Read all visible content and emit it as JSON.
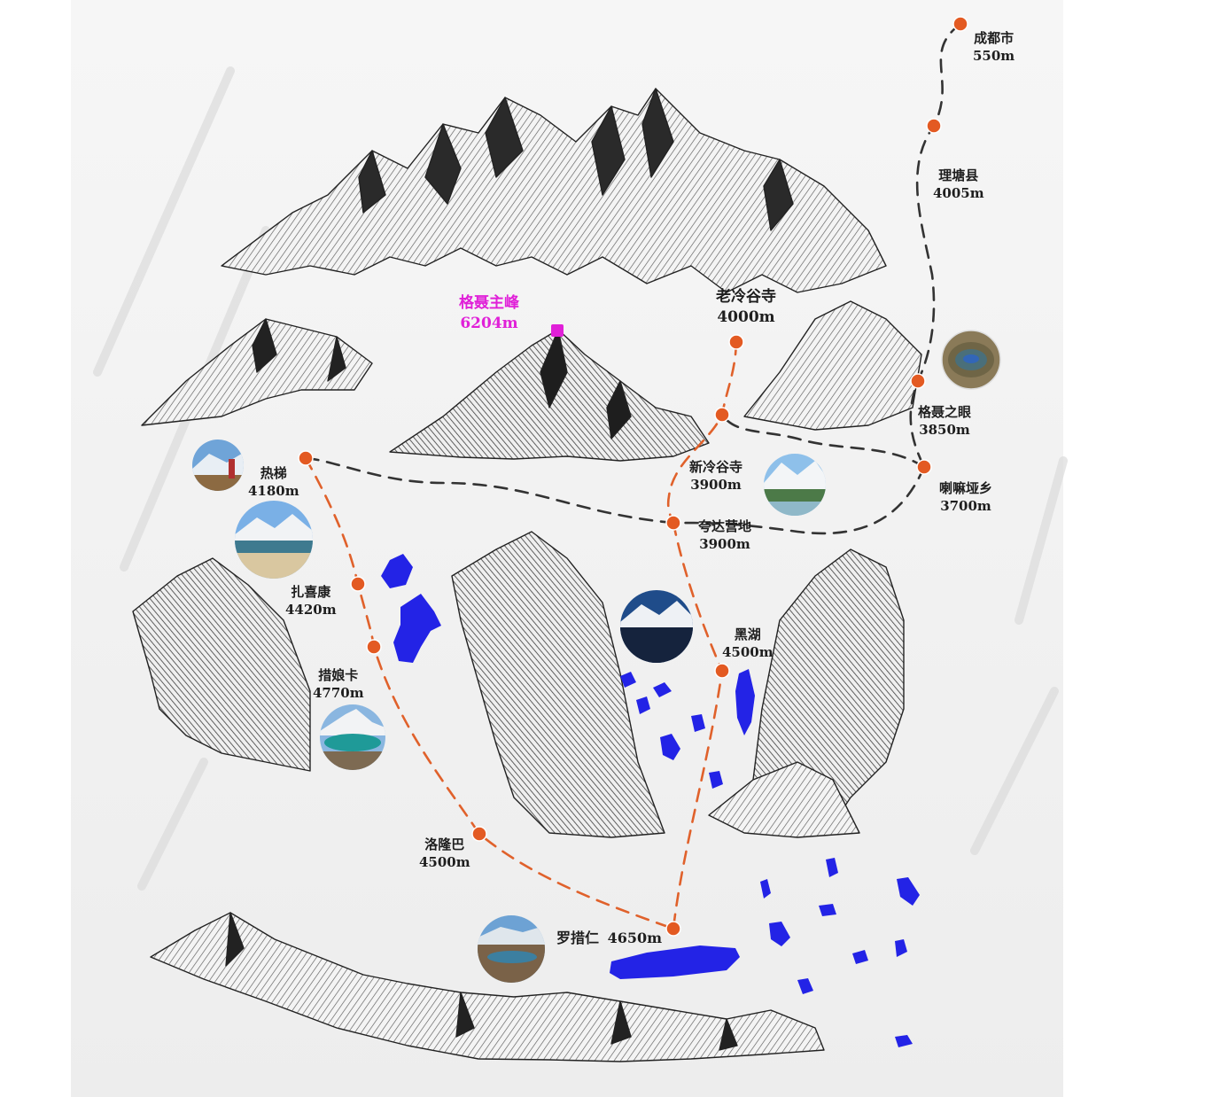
{
  "colors": {
    "route_main": "#333333",
    "route_trek": "#e0612b",
    "waypoint": "#e35a22",
    "peak": "#e020d8",
    "lake": "#2323e6",
    "label_text": "#1e1e1e"
  },
  "peak": {
    "name": "格聂主峰",
    "elevation": "6204m"
  },
  "waypoints": [
    {
      "id": "chengdu",
      "name": "成都市",
      "elevation": "550m"
    },
    {
      "id": "litang",
      "name": "理塘县",
      "elevation": "4005m"
    },
    {
      "id": "gennie-eye",
      "name": "格聂之眼",
      "elevation": "3850m"
    },
    {
      "id": "lamaya",
      "name": "喇嘛垭乡",
      "elevation": "3700m"
    },
    {
      "id": "old-lenggu",
      "name": "老冷谷寺",
      "elevation": "4000m"
    },
    {
      "id": "new-lenggu",
      "name": "新冷谷寺",
      "elevation": "3900m"
    },
    {
      "id": "kuada",
      "name": "夸达营地",
      "elevation": "3900m"
    },
    {
      "id": "reti",
      "name": "热梯",
      "elevation": "4180m"
    },
    {
      "id": "zhaxikang",
      "name": "扎喜康",
      "elevation": "4420m"
    },
    {
      "id": "cuoniangka",
      "name": "措娘卡",
      "elevation": "4770m"
    },
    {
      "id": "heihu",
      "name": "黑湖",
      "elevation": "4500m"
    },
    {
      "id": "luolongba",
      "name": "洛隆巴",
      "elevation": "4500m"
    },
    {
      "id": "luocuoren",
      "name": "罗措仁",
      "elevation": "4650m"
    }
  ],
  "photos": [
    {
      "id": "photo-eye",
      "subject": "lake-eye"
    },
    {
      "id": "photo-reti",
      "subject": "hiker-meadow"
    },
    {
      "id": "photo-zhaxikang",
      "subject": "mountain-lake"
    },
    {
      "id": "photo-newlenggu",
      "subject": "hiker-stream"
    },
    {
      "id": "photo-heihu",
      "subject": "black-lake"
    },
    {
      "id": "photo-cuoniangka",
      "subject": "turquoise-lake"
    },
    {
      "id": "photo-luocuoren",
      "subject": "valley-lake"
    }
  ]
}
